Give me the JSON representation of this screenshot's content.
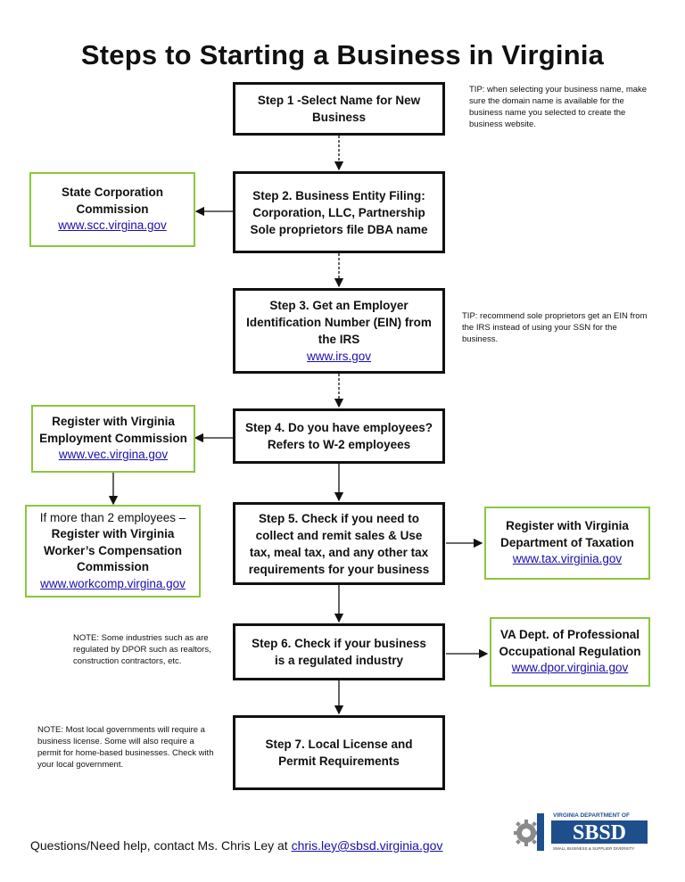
{
  "title": "Steps to Starting a Business in Virginia",
  "steps": [
    {
      "text": "Step 1 -Select Name for New Business"
    },
    {
      "line1": "Step 2. Business Entity Filing:",
      "line2": "Corporation, LLC, Partnership",
      "line3": "Sole proprietors file DBA name"
    },
    {
      "line1": "Step 3. Get an Employer Identification Number (EIN) from the IRS",
      "link": "www.irs.gov"
    },
    {
      "line1": "Step 4. Do you have employees?",
      "line2": "Refers to W-2 employees"
    },
    {
      "text": "Step 5. Check if you need to collect and remit sales & Use tax, meal tax, and any other tax requirements for your business"
    },
    {
      "text": "Step 6. Check if your business is a regulated industry"
    },
    {
      "text": "Step 7. Local License and Permit Requirements"
    }
  ],
  "agencies": {
    "scc": {
      "name": "State Corporation Commission",
      "link": "www.scc.virgina.gov"
    },
    "vec": {
      "name": "Register with Virginia Employment Commission",
      "link": "www.vec.virgina.gov"
    },
    "workcomp": {
      "prefix": "If more than 2 employees –",
      "name": "Register with Virginia Worker’s Compensation Commission",
      "link": "www.workcomp.virgina.gov"
    },
    "tax": {
      "name": "Register with Virginia Department of Taxation",
      "link": "www.tax.virginia.gov"
    },
    "dpor": {
      "name": "VA Dept. of Professional Occupational Regulation",
      "link": "www.dpor.virginia.gov"
    }
  },
  "notes": {
    "tip1": "TIP: when selecting your business name, make sure the domain name is available for the business name you selected to create the business website.",
    "tip2": "TIP: recommend sole proprietors get an EIN from the IRS instead of using your SSN for the business.",
    "note1": "NOTE: Some industries such as are regulated by DPOR such as realtors, construction contractors, etc.",
    "note2": "NOTE: Most local governments will require a business license. Some will also require a permit for home-based businesses. Check with your local government."
  },
  "footer": {
    "text": "Questions/Need help, contact Ms. Chris Ley at ",
    "email": "chris.ley@sbsd.virginia.gov"
  },
  "logo": {
    "top": "VIRGINIA DEPARTMENT OF",
    "main": "SBSD",
    "sub": "SMALL BUSINESS & SUPPLIER DIVERSITY",
    "color": "#1f4e8c"
  },
  "colors": {
    "agency_border": "#8cc63f",
    "link": "#1a0dab"
  }
}
